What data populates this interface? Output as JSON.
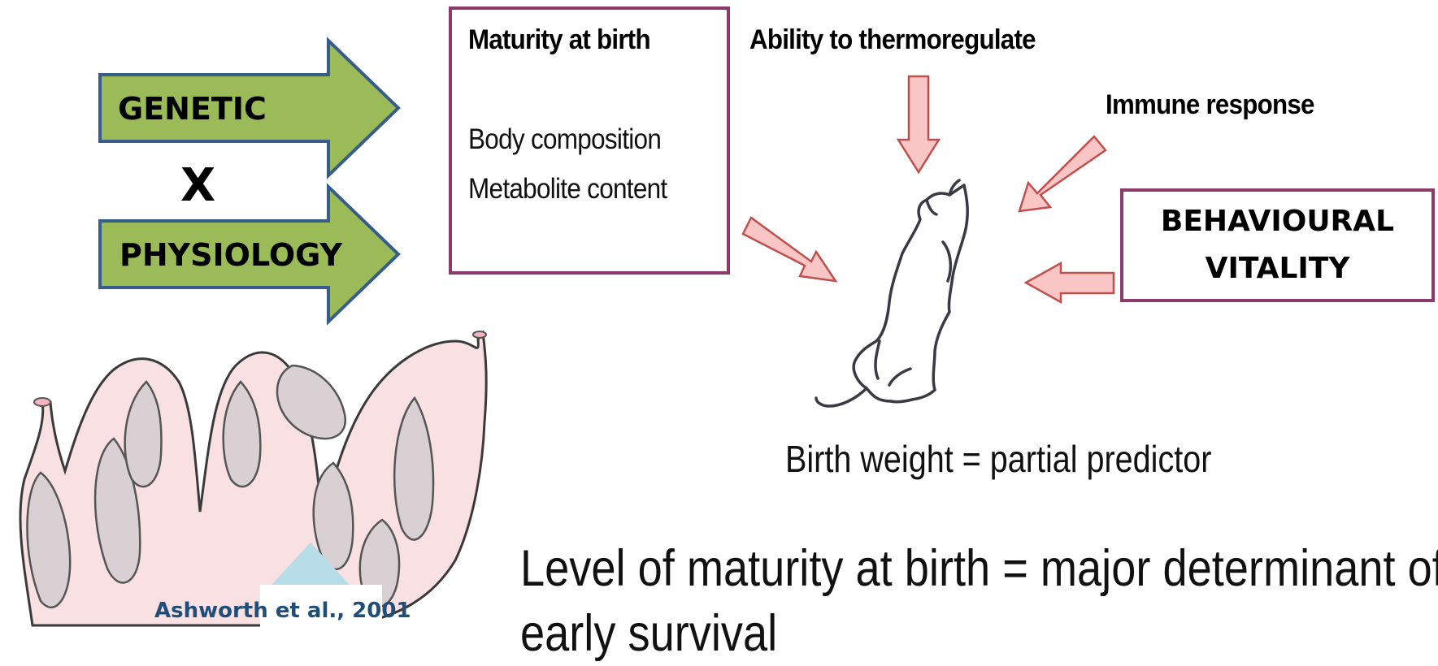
{
  "left_factors": {
    "top_label": "GENETIC",
    "operator": "X",
    "bottom_label": "PHYSIOLOGY",
    "arrow_fill": "#9bbb59",
    "arrow_stroke": "#385d8a"
  },
  "maturity_box": {
    "title": "Maturity at birth",
    "items": [
      "Body composition",
      "Metabolite content"
    ],
    "border_color": "#8b3a6b"
  },
  "factors": {
    "thermoregulation": "Ability to thermoregulate",
    "immune": "Immune response"
  },
  "behavioural_box": {
    "line1": "BEHAVIOURAL",
    "line2": "VITALITY",
    "border_color": "#8b3a6b"
  },
  "arrow_colors": {
    "fill": "#f9c5c5",
    "stroke": "#c0504d"
  },
  "birth_weight_note": "Birth weight = partial predictor",
  "conclusion": {
    "line1": "Level of maturity at birth = major determinant of",
    "line2": "early survival"
  },
  "citation": "Ashworth et al., 2001"
}
